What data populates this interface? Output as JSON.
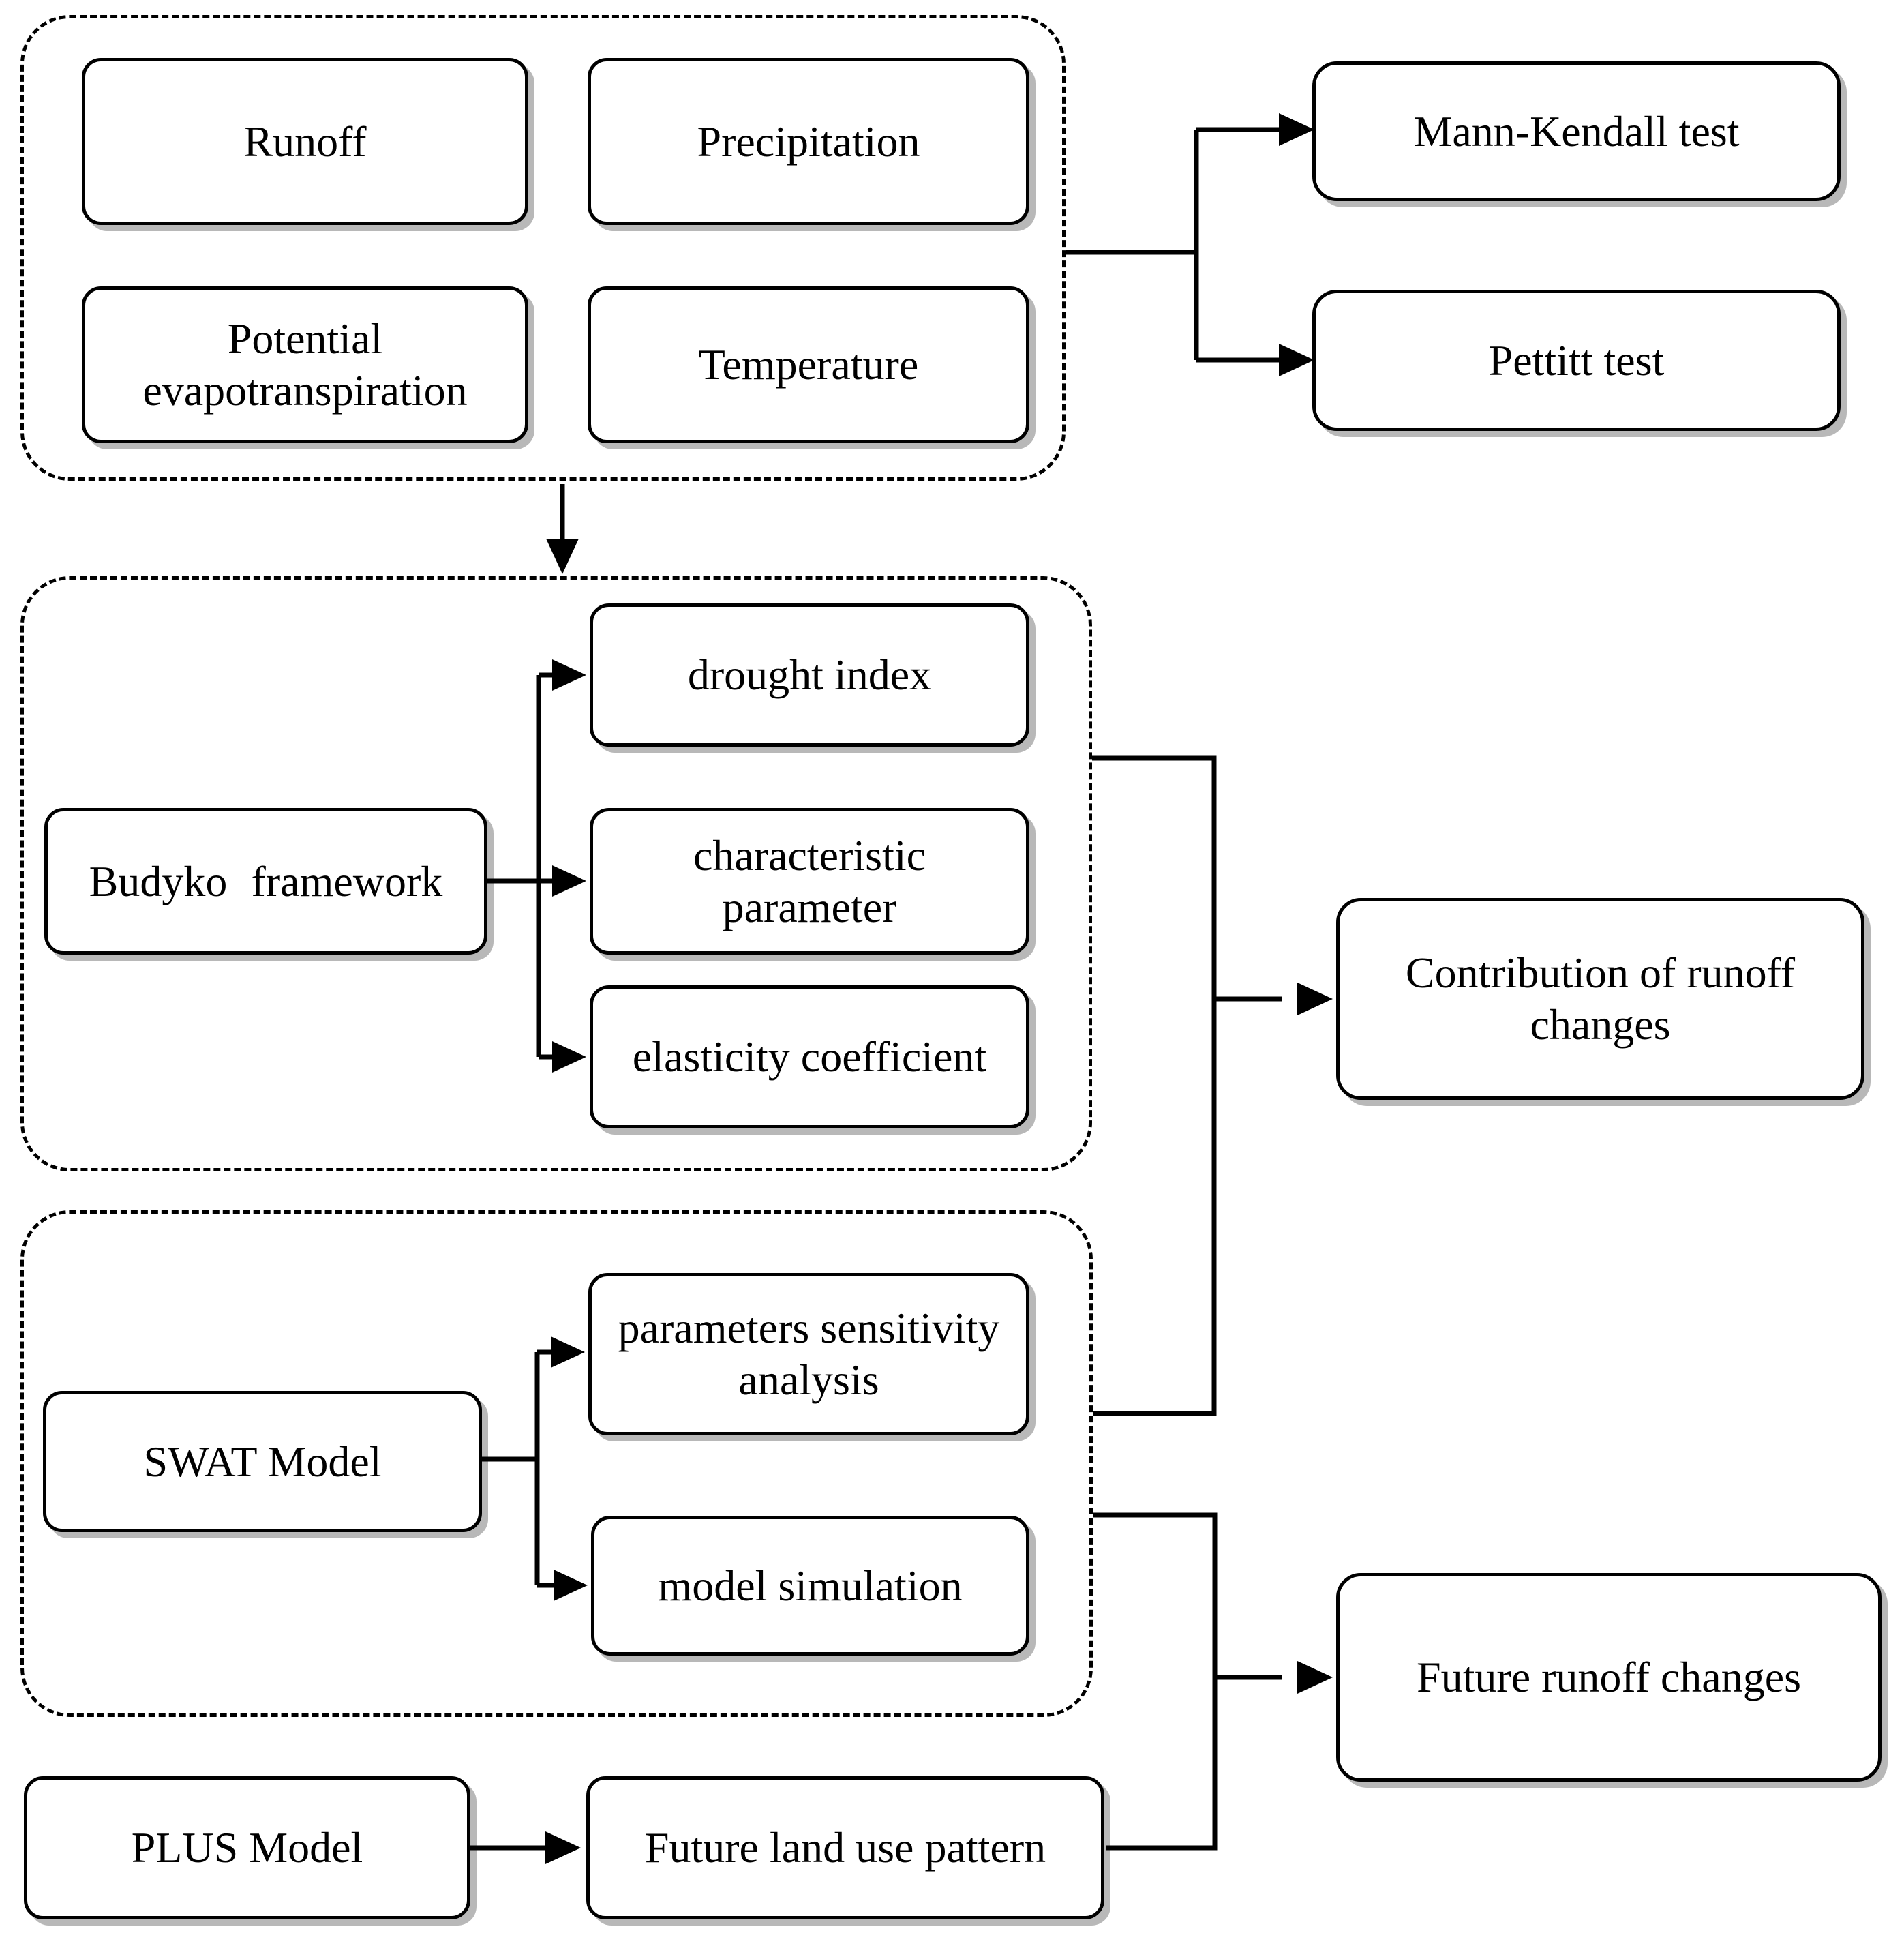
{
  "figure": {
    "bg_color": "#ffffff",
    "line_color": "#000000",
    "inputs_group": {
      "runoff": "Runoff",
      "precipitation": "Precipitation",
      "potential_evapotranspiration": {
        "line1": "Potential",
        "line2": "evapotranspiration"
      },
      "temperature": "Temperature"
    },
    "trend_tests": {
      "mann_kendall": "Mann-Kendall test",
      "pettitt": "Pettitt test"
    },
    "budyko_group": {
      "framework": "Budyko framework",
      "drought_index": "drought index",
      "characteristic_parameter": {
        "line1": "characteristic",
        "line2": "parameter"
      },
      "elasticity_coefficient": "elasticity coefficient"
    },
    "swat_group": {
      "model": "SWAT Model",
      "parameters_sensitivity": {
        "line1": "parameters sensitivity",
        "line2": "analysis"
      },
      "model_simulation": "model simulation"
    },
    "plus_row": {
      "plus_model": "PLUS Model",
      "future_land_use": "Future land use pattern"
    },
    "outcomes": {
      "contribution": {
        "line1": "Contribution of runoff",
        "line2": "changes"
      },
      "future_runoff": "Future runoff changes"
    }
  }
}
